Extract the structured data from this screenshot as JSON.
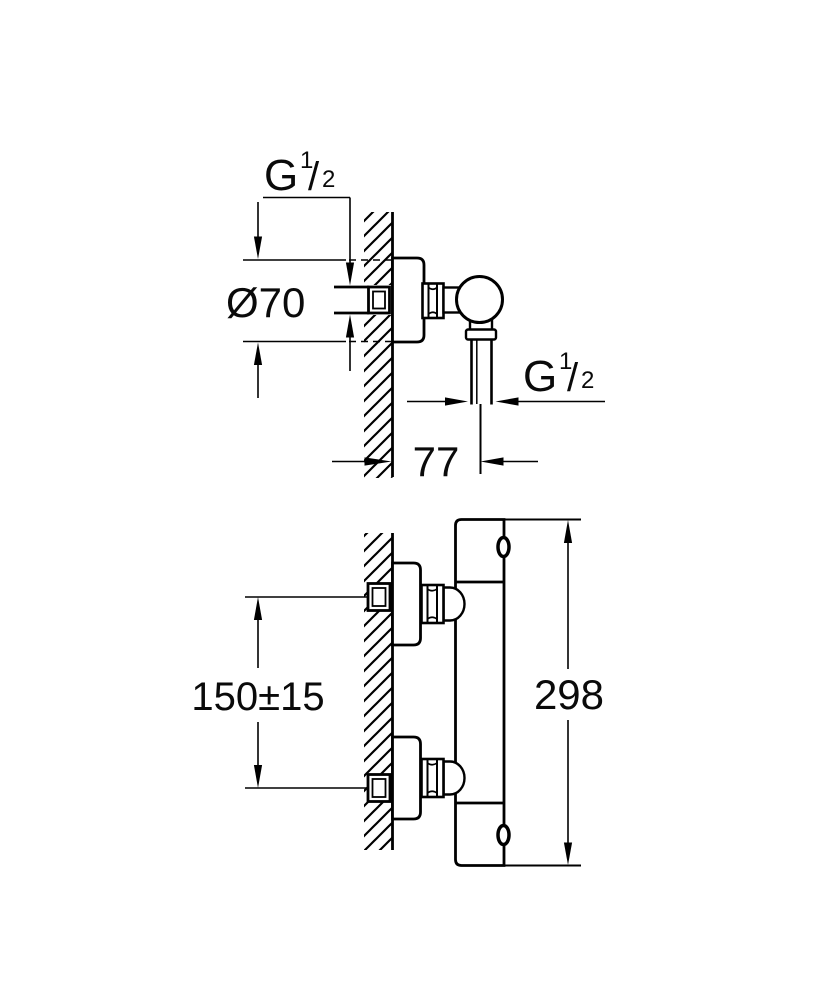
{
  "page": {
    "background": "#ffffff",
    "line_color": "#000000",
    "text_color": "#0a0a0a",
    "description": "Technical dimension drawing of a wall-mounted thermostatic shower mixer with S-union wall connections"
  },
  "labels": {
    "inlet_thread": {
      "base": "G",
      "numerator": "1",
      "slash": "/",
      "denominator": "2"
    },
    "escutcheon_diameter": "Ø70",
    "outlet_thread": {
      "base": "G",
      "numerator": "1",
      "slash": "/",
      "denominator": "2"
    },
    "wall_to_outlet_center": "77",
    "connection_spacing": "150±15",
    "body_length": "298"
  }
}
